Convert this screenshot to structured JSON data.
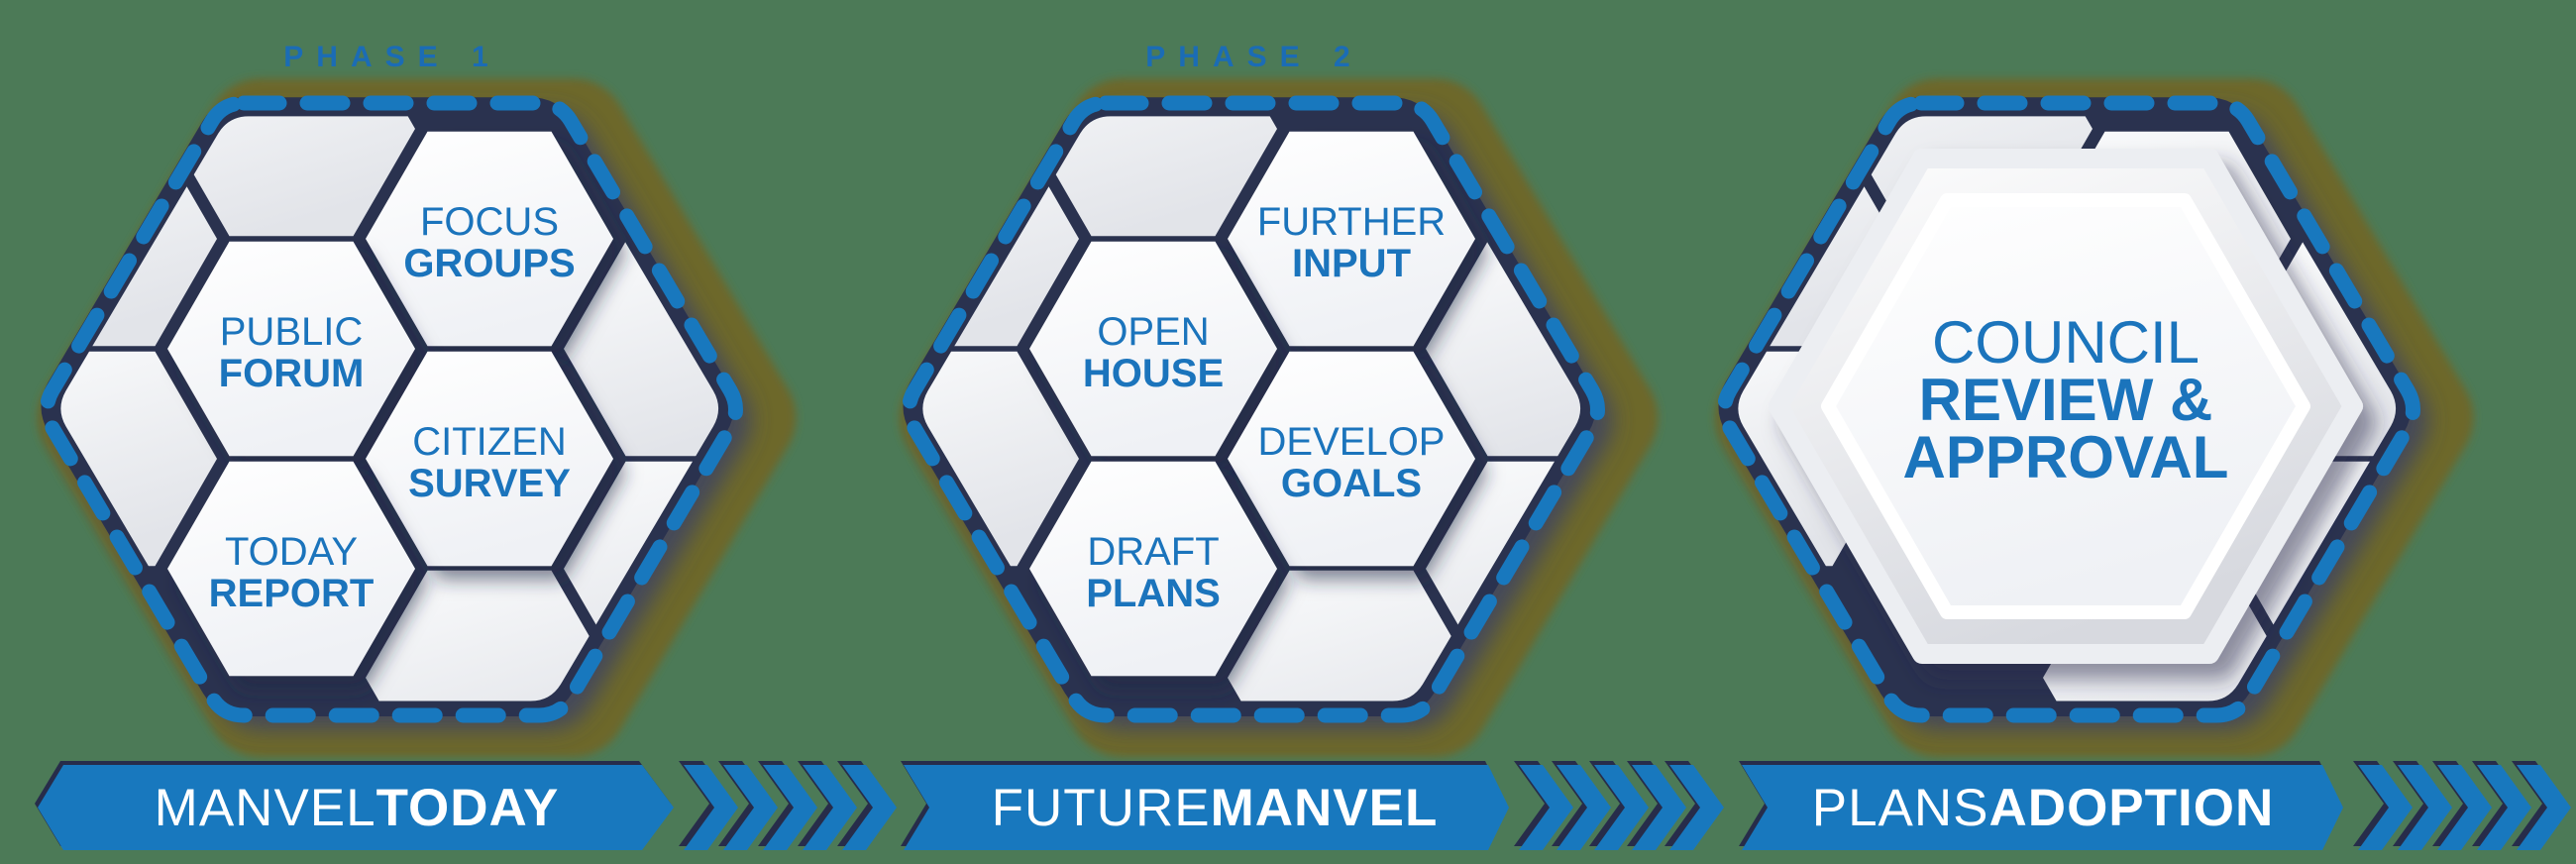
{
  "background_color": "#4c7a57",
  "colors": {
    "primary_blue": "#1878be",
    "text_blue": "#1b74bc",
    "phase_label_blue": "#1b6cb5",
    "navy": "#2b3150",
    "olive": "#6d672c",
    "gray_hexagon": "#e8eaee",
    "white": "#ffffff"
  },
  "icons": {
    "chevron_right": "»"
  },
  "phases": [
    {
      "label": "PHASE 1",
      "banner": {
        "word1": "MANVEL",
        "word2": "TODAY"
      },
      "hexagons": [
        {
          "line1": "FOCUS",
          "line2": "GROUPS"
        },
        {
          "line1": "PUBLIC",
          "line2": "FORUM"
        },
        {
          "line1": "CITIZEN",
          "line2": "SURVEY"
        },
        {
          "line1": "TODAY",
          "line2": "REPORT"
        }
      ]
    },
    {
      "label": "PHASE 2",
      "banner": {
        "word1": "FUTURE",
        "word2": "MANVEL"
      },
      "hexagons": [
        {
          "line1": "FURTHER",
          "line2": "INPUT"
        },
        {
          "line1": "OPEN",
          "line2": "HOUSE"
        },
        {
          "line1": "DEVELOP",
          "line2": "GOALS"
        },
        {
          "line1": "DRAFT",
          "line2": "PLANS"
        }
      ]
    },
    {
      "label": "",
      "banner": {
        "word1": "PLANS",
        "word2": "ADOPTION"
      },
      "center_hexagon": {
        "line1": "COUNCIL",
        "line2": "REVIEW &",
        "line3": "APPROVAL"
      }
    }
  ]
}
